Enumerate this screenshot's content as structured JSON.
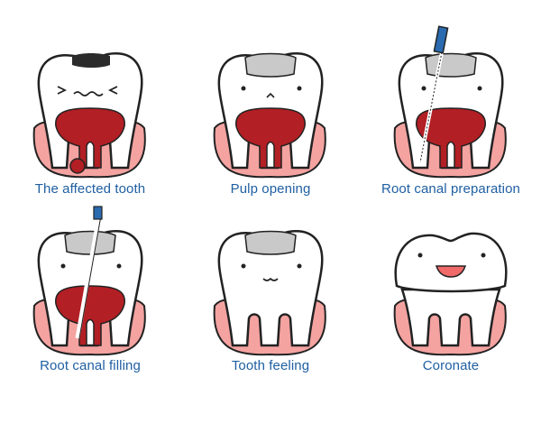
{
  "steps": [
    {
      "label": "The affected tooth"
    },
    {
      "label": "Pulp opening"
    },
    {
      "label": "Root canal preparation"
    },
    {
      "label": "Root canal filling"
    },
    {
      "label": "Tooth feeling"
    },
    {
      "label": "Coronate"
    }
  ],
  "colors": {
    "caption": "#1f5fa3",
    "gum": "#f4a3a1",
    "pulp": "#b21f24",
    "decay": "#2b2b2b",
    "filling_material": "#c9c9c9",
    "instrument_handle": "#2a6bb0"
  }
}
